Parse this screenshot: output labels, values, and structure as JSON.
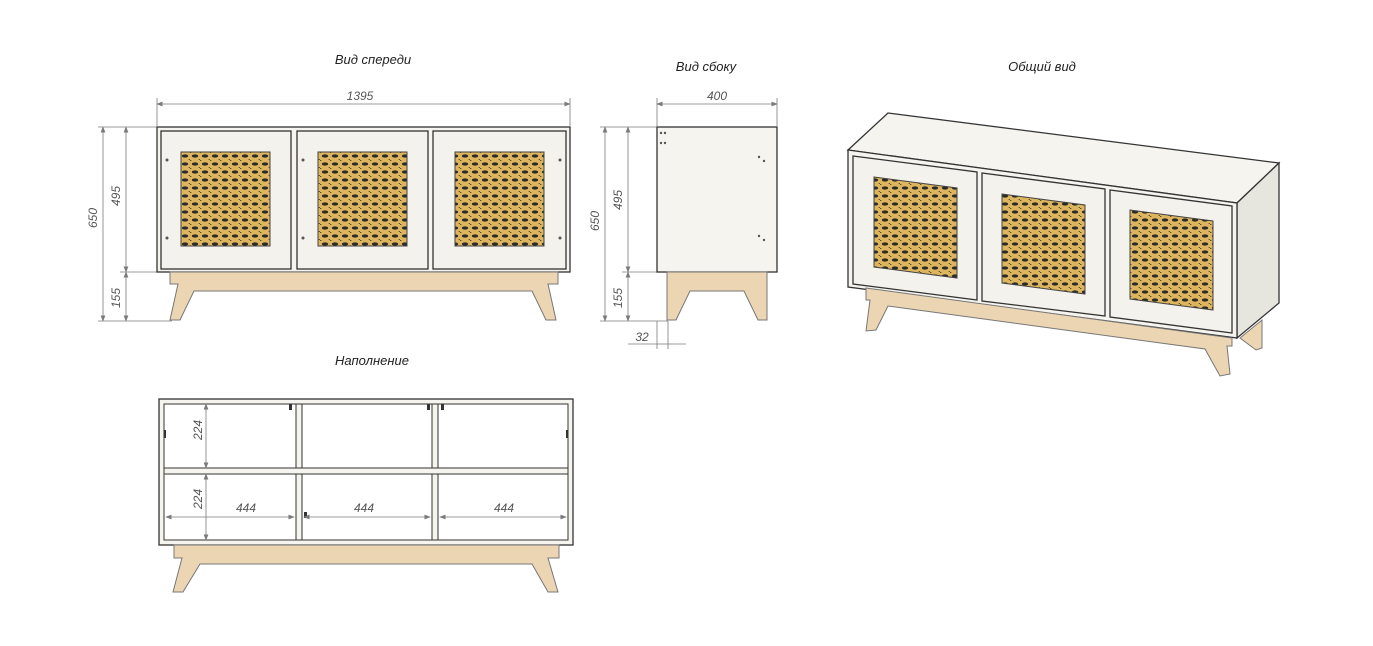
{
  "views": {
    "front": {
      "title": "Вид спереди",
      "width": "1395",
      "height_total": "650",
      "height_body": "495",
      "height_legs": "155"
    },
    "side": {
      "title": "Вид сбоку",
      "depth": "400",
      "height_total": "650",
      "height_body": "495",
      "height_legs": "155",
      "leg_offset": "32"
    },
    "general": {
      "title": "Общий вид"
    },
    "interior": {
      "title": "Наполнение",
      "shelf_top": "224",
      "shelf_bottom": "224",
      "section_widths": [
        "444",
        "444",
        "444"
      ]
    }
  },
  "colors": {
    "body": "#f5f4ef",
    "wood": "#ecd5b3",
    "cane": "#d9b35a",
    "outline": "#333333"
  }
}
